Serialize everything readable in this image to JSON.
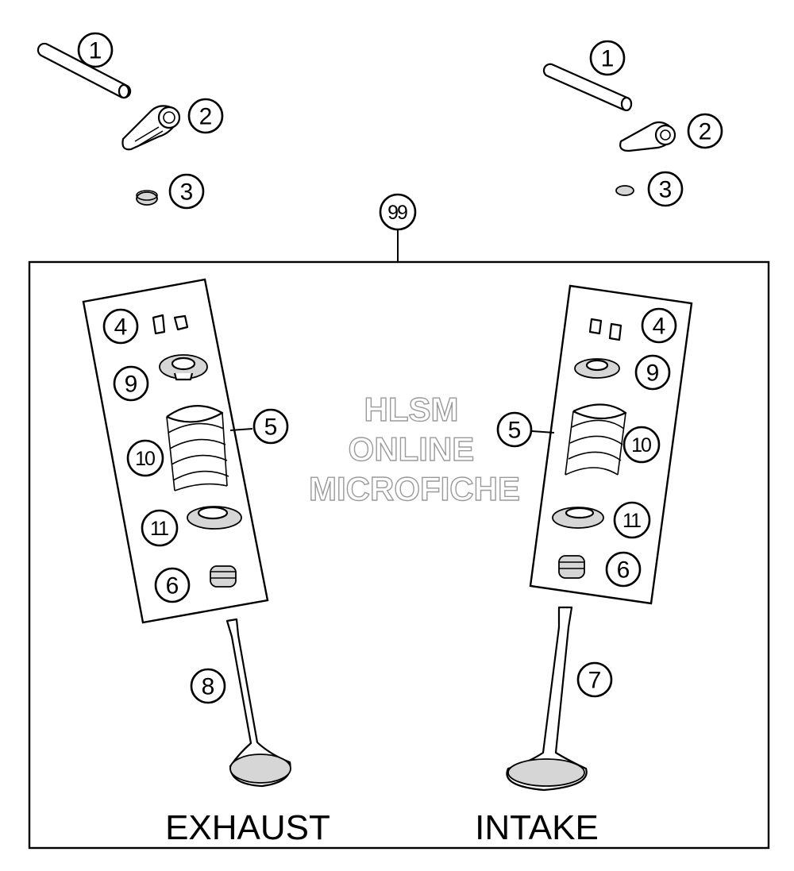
{
  "callouts": {
    "c1_left": "1",
    "c2_left": "2",
    "c3_left": "3",
    "c1_right": "1",
    "c2_right": "2",
    "c3_right": "3",
    "c99": "99",
    "c4_left": "4",
    "c9_left": "9",
    "c5_left": "5",
    "c10_left": "10",
    "c11_left": "11",
    "c6_left": "6",
    "c8": "8",
    "c4_right": "4",
    "c9_right": "9",
    "c5_right": "5",
    "c10_right": "10",
    "c11_right": "11",
    "c6_right": "6",
    "c7": "7"
  },
  "labels": {
    "exhaust": "EXHAUST",
    "intake": "INTAKE"
  },
  "watermark": {
    "line1": "HLSM",
    "line2": "ONLINE",
    "line3": "MICROFICHE"
  }
}
